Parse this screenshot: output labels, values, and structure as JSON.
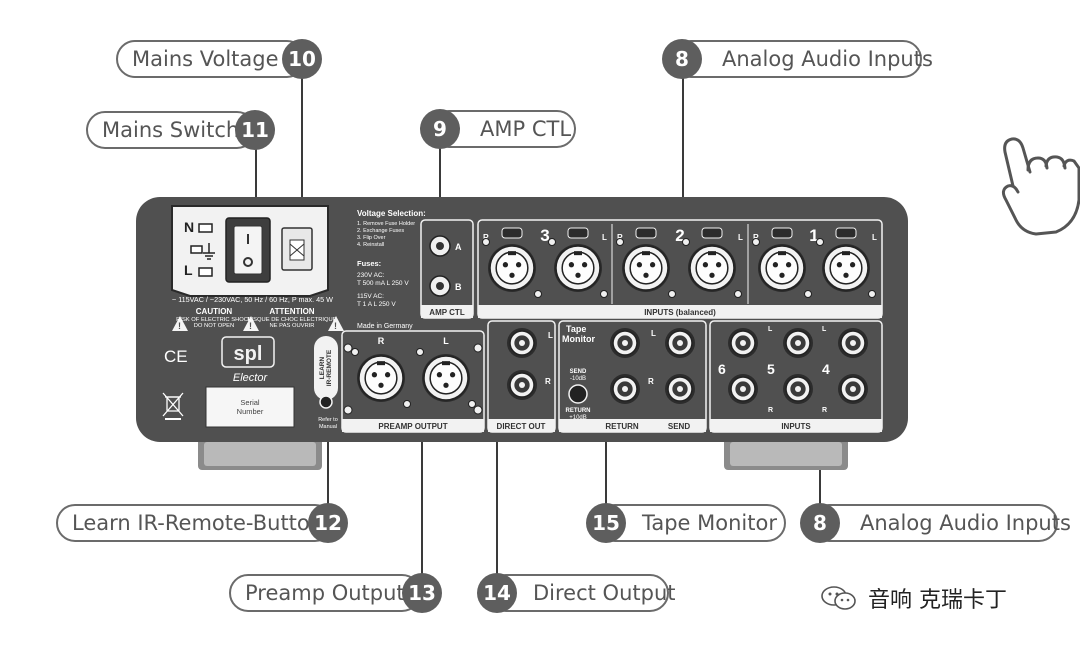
{
  "callouts": {
    "mains_voltage": {
      "label": "Mains Voltage",
      "num": "10"
    },
    "mains_switch": {
      "label": "Mains Switch",
      "num": "11"
    },
    "analog_inputs_top": {
      "label": "Analog Audio Inputs",
      "num": "8"
    },
    "amp_ctl": {
      "label": "AMP CTL",
      "num": "9"
    },
    "learn_ir": {
      "label": "Learn IR-Remote-Button",
      "num": "12"
    },
    "tape_monitor": {
      "label": "Tape Monitor",
      "num": "15"
    },
    "analog_inputs_bottom": {
      "label": "Analog Audio Inputs",
      "num": "8"
    },
    "preamp_output": {
      "label": "Preamp Output",
      "num": "13"
    },
    "direct_output": {
      "label": "Direct Output",
      "num": "14"
    }
  },
  "panel": {
    "power": {
      "n": "N",
      "l": "L"
    },
    "voltage_text": "~ 115VAC / ~230VAC, 50 Hz / 60 Hz, P max. 45 W",
    "caution_title": "CAUTION",
    "caution_line1": "RISK OF ELECTRIC SHOCK",
    "caution_line2": "DO NOT OPEN",
    "attention_title": "ATTENTION",
    "attention_line1": "RISQUE DE CHOC ELECTRIQUE",
    "attention_line2": "NE PAS OUVRIR",
    "ce": "CE",
    "brand": "spl",
    "model": "Elector",
    "serial_line1": "Serial",
    "serial_line2": "Number",
    "voltage_selection_title": "Voltage Selection:",
    "voltage_steps": [
      "1. Remove Fuse Holder",
      "2. Exchange Fuses",
      "3. Flip Over",
      "4. Reinstall"
    ],
    "fuses_title": "Fuses:",
    "fuse_230_label": "230V AC:",
    "fuse_230_value": "T 500 mA L 250 V",
    "fuse_115_label": "115V AC:",
    "fuse_115_value": "T 1 A L 250 V",
    "amp_a": "A",
    "amp_b": "B",
    "amp_ctl_label": "AMP CTL",
    "inputs_balanced_label": "INPUTS (balanced)",
    "xlr_channels": [
      "3",
      "2",
      "1"
    ],
    "r": "R",
    "l": "L",
    "made_in": "Made in Germany",
    "learn_line1": "LEARN",
    "learn_line2": "IR-REMOTE",
    "refer_line1": "Refer to",
    "refer_line2": "Manual",
    "preamp_output_label": "PREAMP OUTPUT",
    "direct_out_label": "DIRECT OUT",
    "tape_title_line1": "Tape",
    "tape_title_line2": "Monitor",
    "send_line1": "SEND",
    "send_line2": "-10dB",
    "return_line1": "RETURN",
    "return_line2": "+10dB",
    "return_label": "RETURN",
    "send_label": "SEND",
    "inputs_label": "INPUTS",
    "rca_channels": [
      "6",
      "5",
      "4"
    ]
  },
  "watermark": {
    "text": "音响 克瑞卡丁"
  }
}
